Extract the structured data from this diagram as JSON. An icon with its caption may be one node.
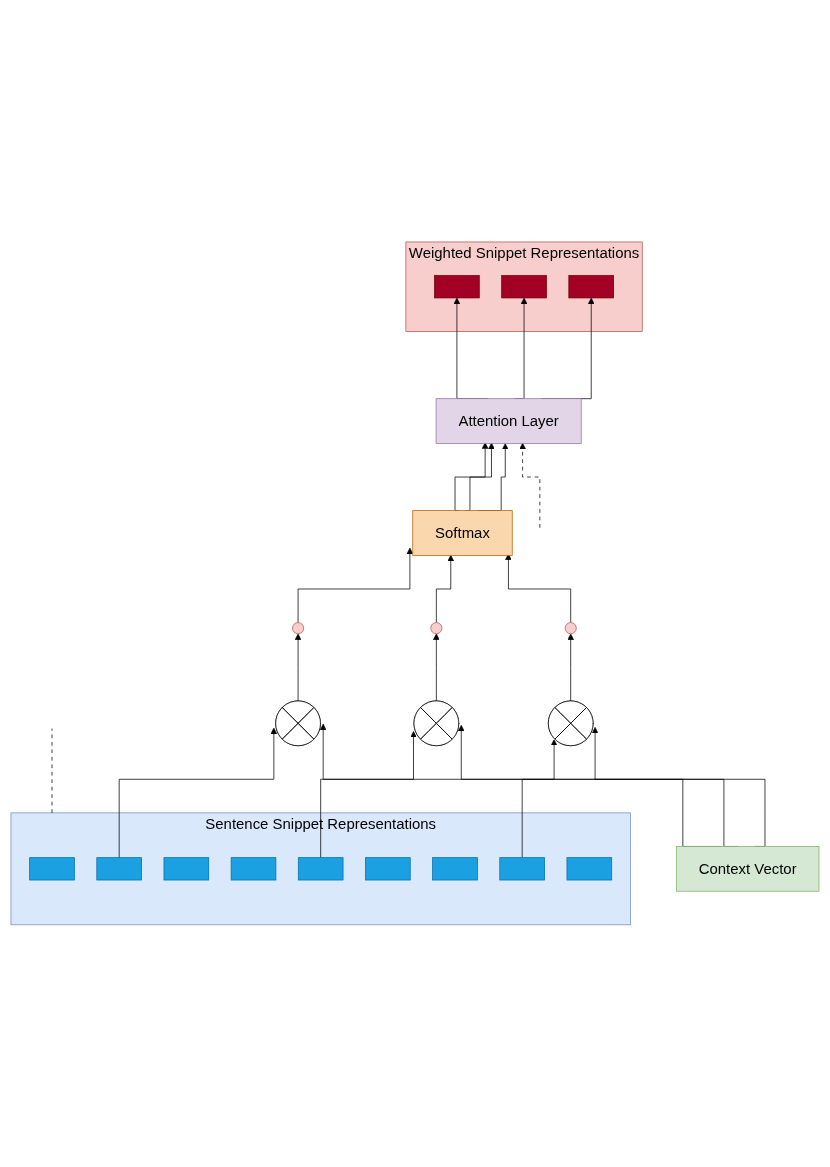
{
  "diagram": {
    "nodes": [
      {
        "text": [
          "Weighted Snippet Representations"
        ]
      },
      {
        "text": [],
        "shape": "box",
        "in": 0
      },
      {
        "text": [],
        "shape": "box",
        "in": 0
      },
      {
        "text": [],
        "shape": "box",
        "in": 0
      },
      {
        "text": [
          "Attention Layer"
        ]
      },
      {
        "text": [
          "Softmax"
        ]
      },
      {
        "text": [],
        "shape": "circle"
      },
      {
        "text": [],
        "shape": "circle"
      },
      {
        "text": [],
        "shape": "circle"
      },
      {
        "text": [
          "Context Vector"
        ]
      },
      {
        "text": [],
        "shape": "circle"
      },
      {
        "text": [],
        "shape": "circle"
      },
      {
        "text": [],
        "shape": "circle"
      },
      {
        "text": [
          "Sentence Snippet Representations"
        ]
      },
      {
        "text": [],
        "shape": "bar",
        "in": 13
      },
      {
        "text": [],
        "shape": "bar",
        "in": 13
      },
      {
        "text": [],
        "shape": "bar",
        "in": 13
      },
      {
        "text": [],
        "shape": "bar",
        "in": 13
      },
      {
        "text": [],
        "shape": "bar",
        "in": 13
      },
      {
        "text": [],
        "shape": "bar",
        "in": 13
      },
      {
        "text": [],
        "shape": "bar",
        "in": 13
      },
      {
        "text": [],
        "shape": "bar",
        "in": 13
      },
      {
        "text": [],
        "shape": "bar",
        "in": 13
      }
    ],
    "edges": [
      {
        "from": 4,
        "to": 1,
        "arrow": "to"
      },
      {
        "from": 4,
        "to": 2,
        "arrow": "to"
      },
      {
        "from": 4,
        "to": 3,
        "arrow": "to"
      },
      {
        "from": null,
        "to": 4,
        "arrow": "to",
        "style": "dashed"
      },
      {
        "from": 5,
        "to": 4,
        "arrow": "to"
      },
      {
        "from": 5,
        "to": 4,
        "arrow": "to"
      },
      {
        "from": 5,
        "to": 4,
        "arrow": "to"
      },
      {
        "from": 6,
        "to": 5,
        "arrow": "to"
      },
      {
        "from": 7,
        "to": 5,
        "arrow": "to"
      },
      {
        "from": 8,
        "to": 5,
        "arrow": "to"
      },
      {
        "from": 10,
        "to": 6,
        "arrow": "to"
      },
      {
        "from": 11,
        "to": 7,
        "arrow": "to"
      },
      {
        "from": 12,
        "to": 8,
        "arrow": "to"
      },
      {
        "from": 9,
        "to": 10,
        "arrow": "to"
      },
      {
        "from": 9,
        "to": 11,
        "arrow": "to"
      },
      {
        "from": 9,
        "to": 12,
        "arrow": "to"
      },
      {
        "from": 15,
        "to": 10,
        "arrow": "to"
      },
      {
        "from": 18,
        "to": 11,
        "arrow": "to"
      },
      {
        "from": 21,
        "to": 12,
        "arrow": "to"
      },
      {
        "from": 13,
        "to": null,
        "arrow": "none",
        "style": "dashed"
      }
    ]
  }
}
